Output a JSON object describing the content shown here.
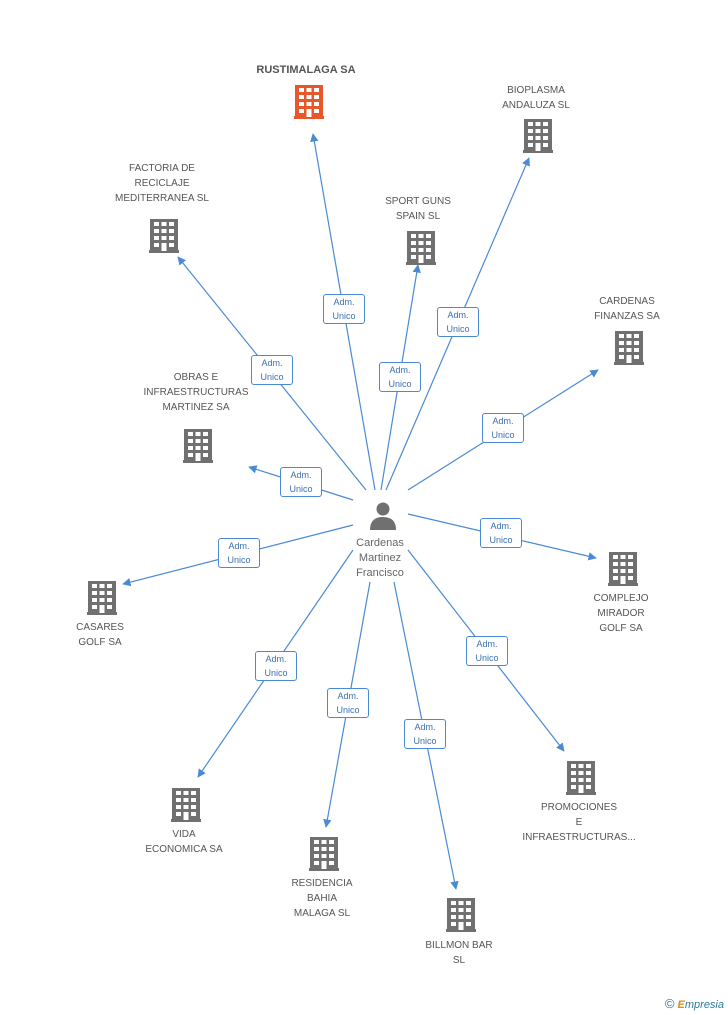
{
  "center": {
    "label": "Cardenas\nMartinez\nFrancisco",
    "icon": "person-icon"
  },
  "colors": {
    "edge": "#4a8ad4",
    "building": "#707070",
    "highlight": "#e8572a",
    "role_text": "#3a70b0"
  },
  "companies": [
    {
      "id": "rustimalaga",
      "label": "RUSTIMALAGA SA",
      "highlight": true,
      "role": "Adm.\nUnico"
    },
    {
      "id": "bioplasma",
      "label": "BIOPLASMA\nANDALUZA SL",
      "role": "Adm.\nUnico"
    },
    {
      "id": "factoria",
      "label": "FACTORIA DE\nRECICLAJE\nMEDITERRANEA SL",
      "role": "Adm.\nUnico"
    },
    {
      "id": "sportguns",
      "label": "SPORT GUNS\nSPAIN SL",
      "role": "Adm.\nUnico"
    },
    {
      "id": "cardenasfin",
      "label": "CARDENAS\nFINANZAS SA",
      "role": "Adm.\nUnico"
    },
    {
      "id": "obras",
      "label": "OBRAS E\nINFRAESTRUCTURAS\nMARTINEZ SA",
      "role": "Adm.\nUnico"
    },
    {
      "id": "complejo",
      "label": "COMPLEJO\nMIRADOR\nGOLF SA",
      "role": "Adm.\nUnico"
    },
    {
      "id": "casares",
      "label": "CASARES\nGOLF SA",
      "role": "Adm.\nUnico"
    },
    {
      "id": "promociones",
      "label": "PROMOCIONES\nE\nINFRAESTRUCTURAS...",
      "role": "Adm.\nUnico"
    },
    {
      "id": "vida",
      "label": "VIDA\nECONOMICA SA",
      "role": "Adm.\nUnico"
    },
    {
      "id": "residencia",
      "label": "RESIDENCIA\nBAHIA\nMALAGA SL",
      "role": "Adm.\nUnico"
    },
    {
      "id": "billmon",
      "label": "BILLMON BAR\nSL",
      "role": "Adm.\nUnico"
    }
  ],
  "credit": {
    "copyright": "©",
    "brand_first": "E",
    "brand_rest": "mpresia"
  }
}
